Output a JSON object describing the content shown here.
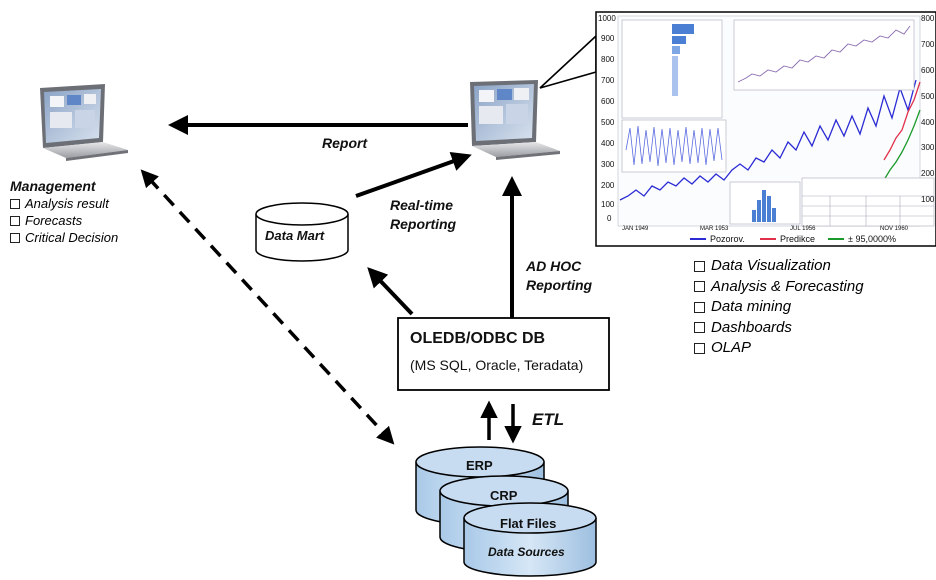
{
  "management": {
    "title": "Management",
    "items": [
      "Analysis result",
      "Forecasts",
      "Critical Decision"
    ]
  },
  "edges": {
    "report": "Report",
    "realtime_line1": "Real-time",
    "realtime_line2": "Reporting",
    "adhoc_line1": "AD HOC",
    "adhoc_line2": "Reporting",
    "etl": "ETL"
  },
  "datamart": {
    "label": "Data Mart"
  },
  "db": {
    "title": "OLEDB/ODBC DB",
    "subtitle": "(MS SQL, Oracle, Teradata)"
  },
  "sources": {
    "erp": "ERP",
    "crp": "CRP",
    "flat": "Flat Files",
    "caption": "Data Sources"
  },
  "tools": {
    "items": [
      "Data Visualization",
      "Analysis & Forecasting",
      "Data mining",
      "Dashboards",
      "OLAP"
    ]
  },
  "chart": {
    "left_axis_ticks": [
      "1000",
      "900",
      "800",
      "700",
      "600",
      "500",
      "400",
      "300",
      "200",
      "100",
      "0"
    ],
    "right_axis_ticks": [
      "800",
      "700",
      "600",
      "500",
      "400",
      "300",
      "200",
      "100"
    ],
    "x_ticks": [
      "JAN 1949",
      "MAR 1953",
      "JUL 1956",
      "NOV 1960"
    ],
    "legend": [
      "Pozorov.",
      "Predikce",
      "± 95,0000%"
    ],
    "colors": {
      "observed": "#2b2bd4",
      "prediction": "#e0304a",
      "interval": "#1a9a2a"
    }
  }
}
